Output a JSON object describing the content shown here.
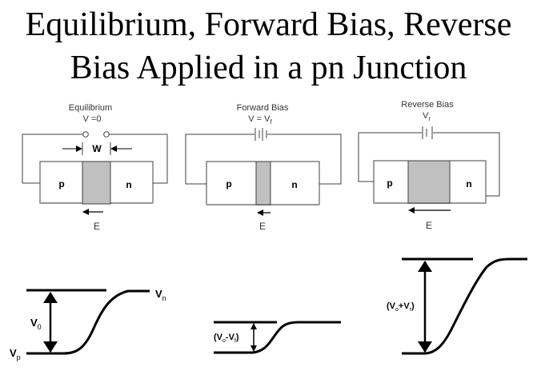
{
  "title": {
    "line1": "Equilibrium, Forward Bias, Reverse",
    "line2": "Bias Applied in a pn Junction"
  },
  "panels": [
    {
      "name": "equilibrium",
      "heading": "Equilibrium",
      "voltage": "V =0",
      "source": "open-terminals",
      "width_label": "W",
      "p_label": "p",
      "n_label": "n",
      "field_label": "E",
      "depletion_relative_width": "medium"
    },
    {
      "name": "forward-bias",
      "heading": "Forward Bias",
      "voltage_main": "V = V",
      "voltage_sub": "f",
      "source": "battery",
      "p_label": "p",
      "n_label": "n",
      "field_label": "E",
      "depletion_relative_width": "narrow"
    },
    {
      "name": "reverse-bias",
      "heading": "Reverse Bias",
      "voltage_main": "V",
      "voltage_sub": "r",
      "source": "battery",
      "p_label": "p",
      "n_label": "n",
      "field_label": "E",
      "depletion_relative_width": "wide"
    }
  ],
  "band_diagrams": [
    {
      "name": "equilibrium-band",
      "barrier_main": "V",
      "barrier_sub": "0",
      "left_level_main": "V",
      "left_level_sub": "p",
      "right_level_main": "V",
      "right_level_sub": "n",
      "relative_height": "medium"
    },
    {
      "name": "forward-band",
      "barrier_text": "(V",
      "barrier_sub1": "o",
      "barrier_mid": "-V",
      "barrier_sub2": "f",
      "barrier_end": ")",
      "relative_height": "small"
    },
    {
      "name": "reverse-band",
      "barrier_text": "(V",
      "barrier_sub1": "o",
      "barrier_mid": "+V",
      "barrier_sub2": "r",
      "barrier_end": ")",
      "relative_height": "large"
    }
  ],
  "colors": {
    "depletion": "#c0c0c0",
    "line": "#000000",
    "wire": "#404040"
  }
}
